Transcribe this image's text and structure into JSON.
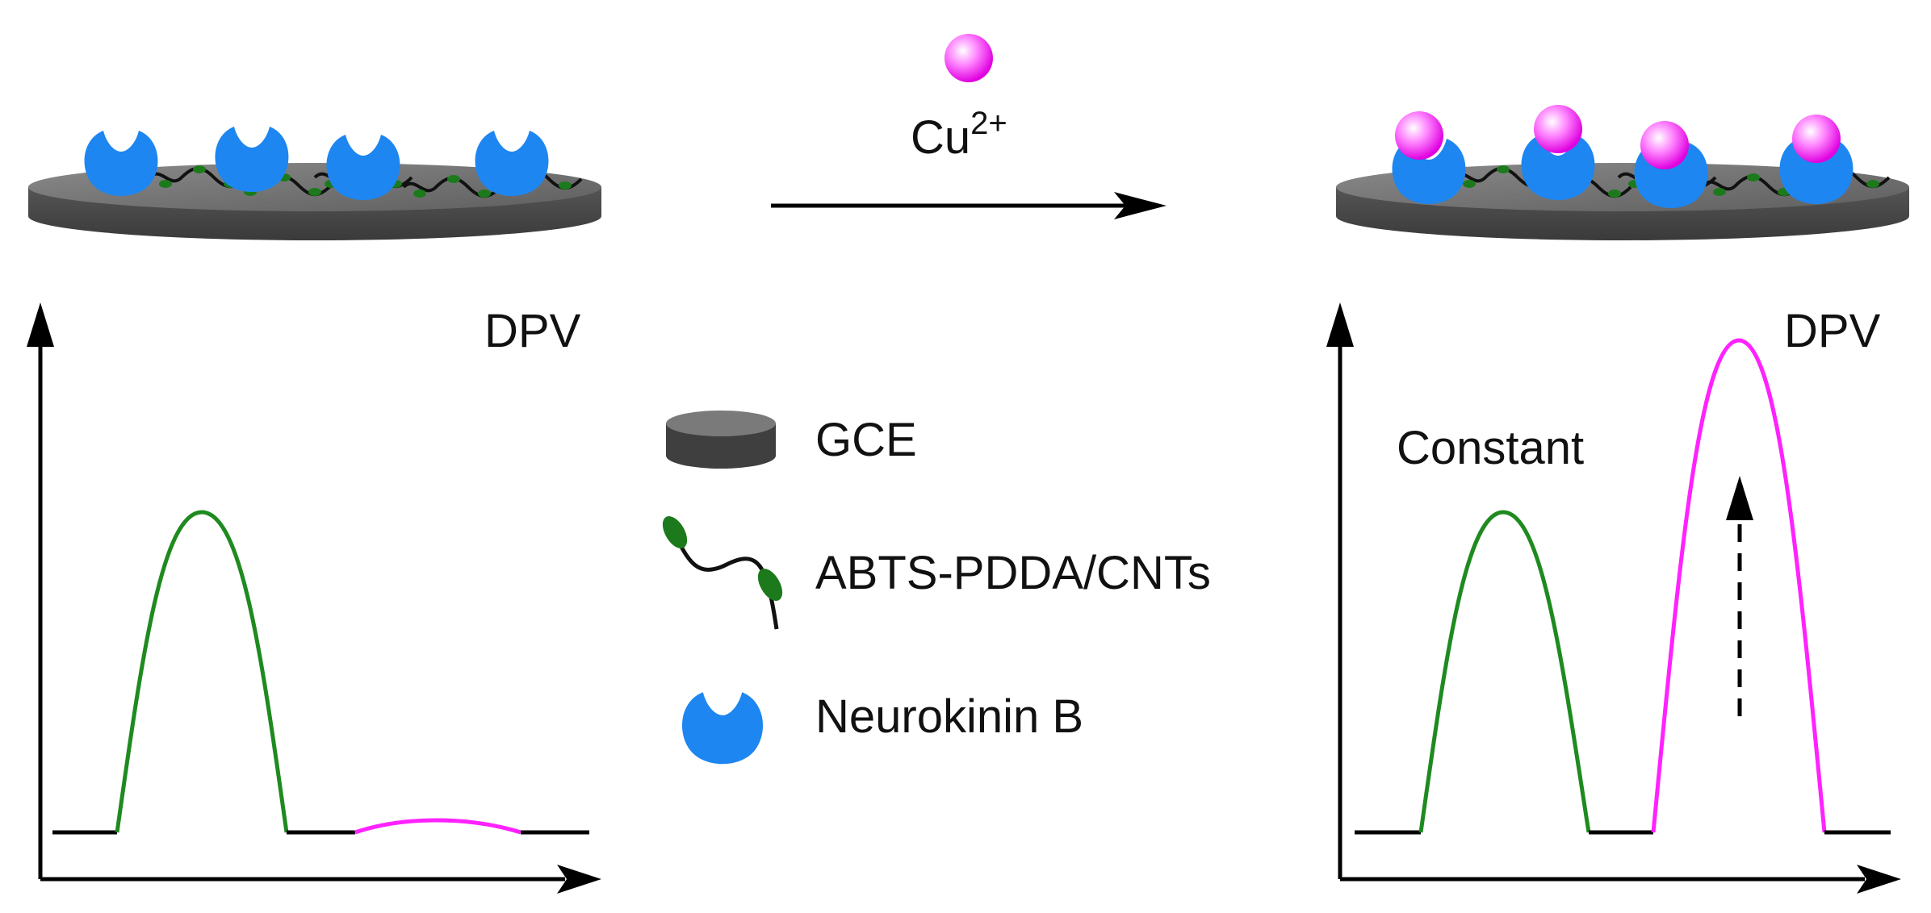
{
  "reaction": {
    "reagent_base": "Cu",
    "reagent_charge": "2+"
  },
  "left_plot": {
    "label": "DPV"
  },
  "right_plot": {
    "label": "DPV",
    "annotation": "Constant"
  },
  "legend": {
    "items": [
      {
        "icon": "gce-disk-icon",
        "label": "GCE"
      },
      {
        "icon": "abts-pdda-cnt-icon",
        "label": "ABTS-PDDA/CNTs"
      },
      {
        "icon": "neurokinin-b-icon",
        "label": "Neurokinin B"
      }
    ]
  },
  "colors": {
    "electrode_dark": "#4a4a4a",
    "electrode_top": "#6e6e6e",
    "protein_blue": "#1e86f0",
    "cu_ion_magenta": "#ff33ff",
    "abts_peak_green": "#1f8a1f",
    "cu_peak_magenta": "#ff22ff",
    "nanotube_green": "#1c7a1c"
  }
}
